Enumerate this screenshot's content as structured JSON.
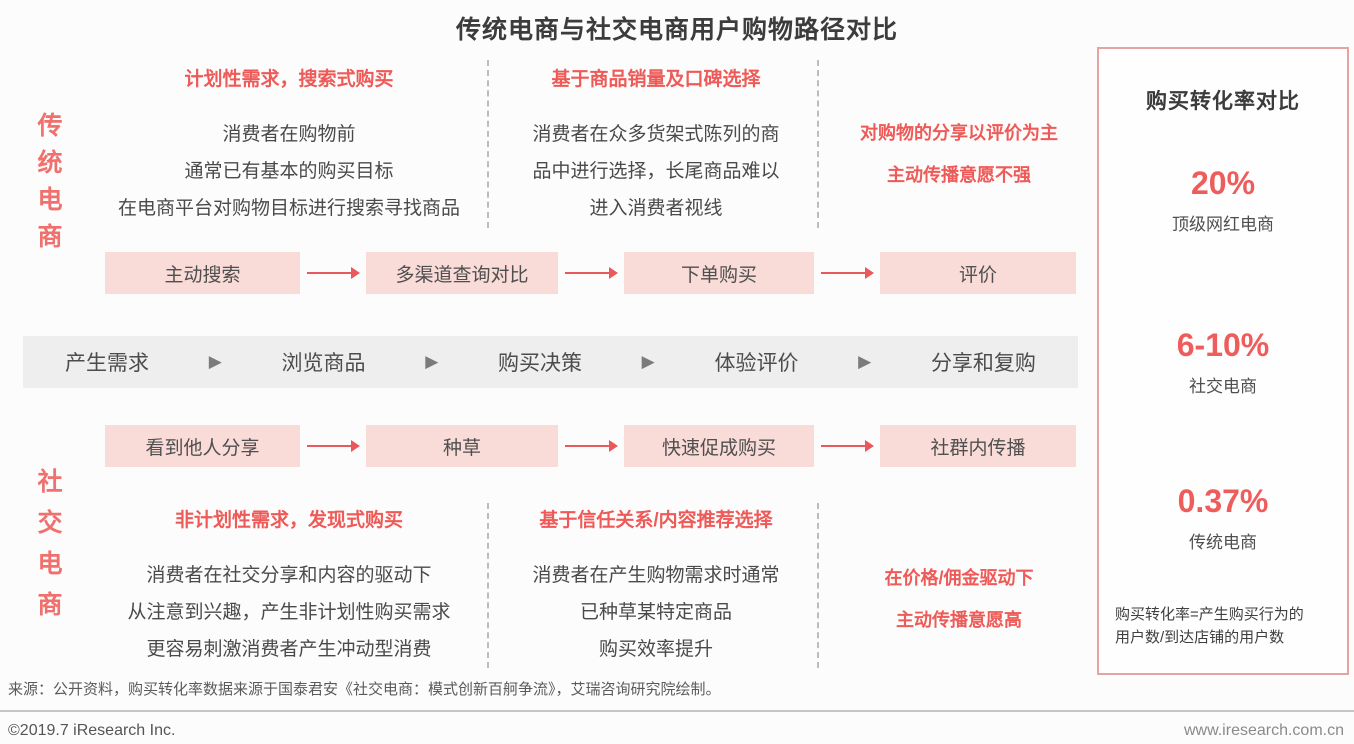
{
  "title": "传统电商与社交电商用户购物路径对比",
  "traditional": {
    "side_label": "传统电商",
    "columns": [
      {
        "header": "计划性需求，搜索式购买",
        "lines": [
          "消费者在购物前",
          "通常已有基本的购买目标",
          "在电商平台对购物目标进行搜索寻找商品"
        ]
      },
      {
        "header": "基于商品销量及口碑选择",
        "lines": [
          "消费者在众多货架式陈列的商",
          "品中进行选择，长尾商品难以",
          "进入消费者视线"
        ]
      },
      {
        "highlight_lines": [
          "对购物的分享以评价为主",
          "主动传播意愿不强"
        ]
      }
    ],
    "flow": [
      "主动搜索",
      "多渠道查询对比",
      "下单购买",
      "评价"
    ]
  },
  "journey": {
    "stages": [
      "产生需求",
      "浏览商品",
      "购买决策",
      "体验评价",
      "分享和复购"
    ],
    "arrow_icon": "▶"
  },
  "social": {
    "side_label": "社交电商",
    "flow": [
      "看到他人分享",
      "种草",
      "快速促成购买",
      "社群内传播"
    ],
    "columns": [
      {
        "header": "非计划性需求，发现式购买",
        "lines": [
          "消费者在社交分享和内容的驱动下",
          "从注意到兴趣，产生非计划性购买需求",
          "更容易刺激消费者产生冲动型消费"
        ]
      },
      {
        "header": "基于信任关系/内容推荐选择",
        "lines": [
          "消费者在产生购物需求时通常",
          "已种草某特定商品",
          "购买效率提升"
        ]
      },
      {
        "highlight_lines": [
          "在价格/佣金驱动下",
          "主动传播意愿高"
        ]
      }
    ]
  },
  "conversion_panel": {
    "title": "购买转化率对比",
    "stats": [
      {
        "value": "20%",
        "label": "顶级网红电商"
      },
      {
        "value": "6-10%",
        "label": "社交电商"
      },
      {
        "value": "0.37%",
        "label": "传统电商"
      }
    ],
    "note_lines": [
      "购买转化率=产生购买行为的",
      "用户数/到达店铺的用户数"
    ]
  },
  "footer": {
    "source": "来源：公开资料，购买转化率数据来源于国泰君安《社交电商：模式创新百舸争流》，艾瑞咨询研究院绘制。",
    "copyright": "©2019.7 iResearch Inc.",
    "website": "www.iresearch.com.cn"
  },
  "colors": {
    "accent_red": "#ee5a57",
    "box_pink": "#f9dbd8",
    "band_gray": "#efeeee",
    "panel_border": "#e4a5a2"
  }
}
